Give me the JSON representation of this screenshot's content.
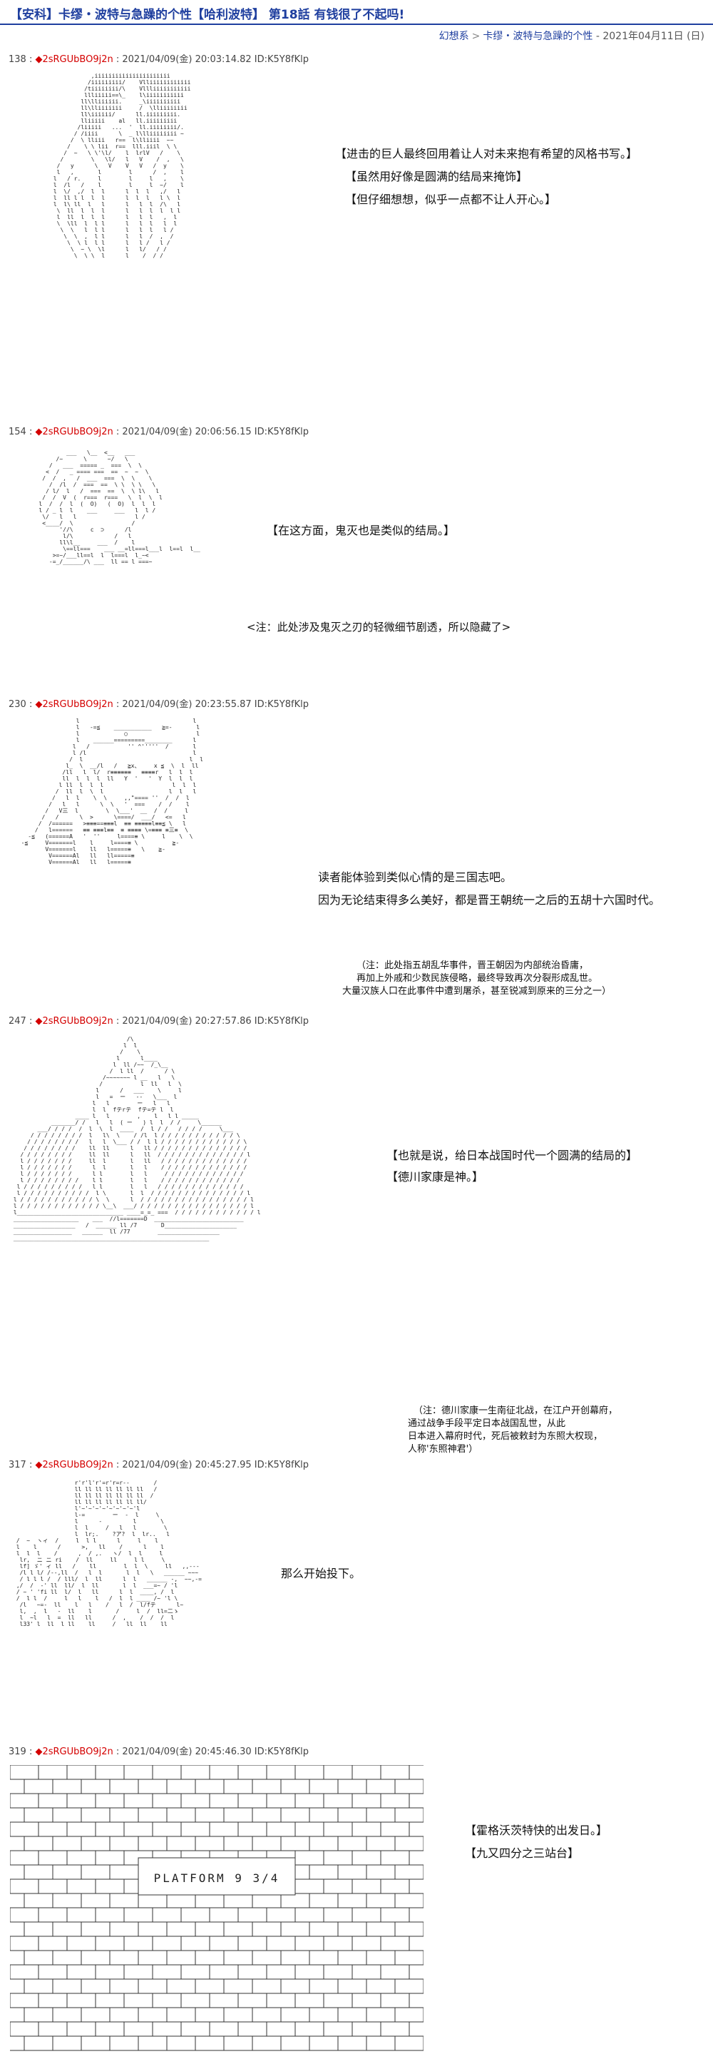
{
  "header": {
    "title": "【安科】卡缪・波特与急躁的个性【哈利波特】 第18話 有钱很了不起吗!",
    "crumbs": [
      "幻想系",
      "卡缪・波特与急躁的个性"
    ],
    "date": "- 2021年04月11日 (日)"
  },
  "posts": [
    {
      "num": "138",
      "name": "◆2sRGUbBO9j2n",
      "date": "2021/04/09(金) 20:03:14.82 ID:K5Y8fKlp",
      "lines": [
        "【进击的巨人最终回用着让人对未来抱有希望的风格书写。】",
        "【虽然用好像是圆满的结局来掩饰】",
        "【但仔细想想，似乎一点都不让人开心。】"
      ]
    },
    {
      "num": "154",
      "name": "◆2sRGUbBO9j2n",
      "date": "2021/04/09(金) 20:06:56.15 ID:K5Y8fKlp",
      "lines": [
        "【在这方面，鬼灭也是类似的结局。】",
        "<注：此处涉及鬼灭之刃的轻微细节剧透，所以隐藏了>"
      ]
    },
    {
      "num": "230",
      "name": "◆2sRGUbBO9j2n",
      "date": "2021/04/09(金) 20:23:55.87 ID:K5Y8fKlp",
      "lines": [
        "读者能体验到类似心情的是三国志吧。",
        "因为无论结束得多么美好，都是晋王朝统一之后的五胡十六国时代。"
      ],
      "notes": [
        "（注：此处指五胡乱华事件，晋王朝因为内部统治昏庸，",
        "再加上外戚和少数民族侵略，最终导致再次分裂形成乱世。",
        "大量汉族人口在此事件中遭到屠杀，甚至锐减到原来的三分之一）"
      ]
    },
    {
      "num": "247",
      "name": "◆2sRGUbBO9j2n",
      "date": "2021/04/09(金) 20:27:57.86 ID:K5Y8fKlp",
      "lines": [
        "【也就是说，给日本战国时代一个圆满的结局的】",
        "【德川家康是神。】"
      ],
      "notes": [
        "（注：德川家康一生南征北战，在江户开创幕府，",
        "通过战争手段平定日本战国乱世，从此",
        "日本进入幕府时代，死后被敕封为东照大权现，",
        "人称'东照神君'）"
      ]
    },
    {
      "num": "317",
      "name": "◆2sRGUbBO9j2n",
      "date": "2021/04/09(金) 20:45:27.95 ID:K5Y8fKlp",
      "lines": [
        "那么开始投下。"
      ]
    },
    {
      "num": "319",
      "name": "◆2sRGUbBO9j2n",
      "date": "2021/04/09(金) 20:45:46.30 ID:K5Y8fKlp",
      "lines": [
        "【霍格沃茨特快的出发日。】",
        "【九又四分之三站台】"
      ],
      "sign": "PLATFORM 9 3/4"
    }
  ],
  "colors": {
    "accent": "#1f3f9f",
    "name": "#d40000"
  }
}
